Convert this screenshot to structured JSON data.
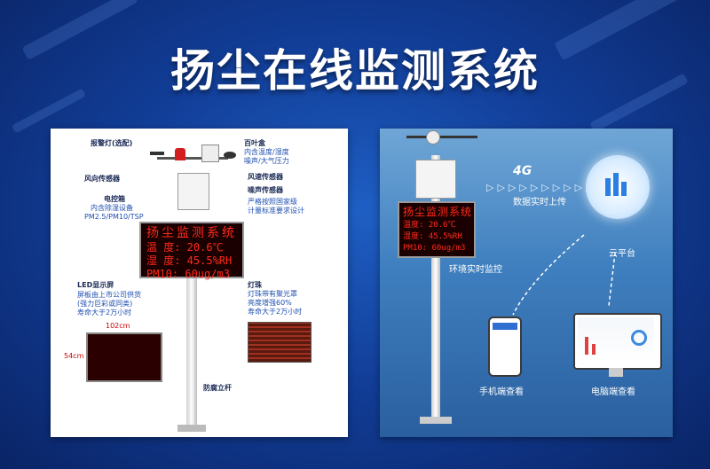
{
  "title": "扬尘在线监测系统",
  "left_panel": {
    "labels": {
      "alarm_light": "报警灯(选配)",
      "louver_box": "百叶盒",
      "louver_desc_1": "内含温度/湿度",
      "louver_desc_2": "噪声/大气压力",
      "wind_dir": "风向传感器",
      "wind_speed": "风速传感器",
      "control_box": "电控箱",
      "control_desc_1": "内含除湿设备",
      "control_desc_2": "PM2.5/PM10/TSP",
      "noise": "噪声传感器",
      "noise_desc_1": "严格按照国家级",
      "noise_desc_2": "计量标准要求设计",
      "led_screen": "LED显示屏",
      "led_desc_1": "屏板由上市公司供货",
      "led_desc_2": "(强力巨彩或同类)",
      "led_desc_3": "寿命大于2万小时",
      "lamp": "灯珠",
      "lamp_desc_1": "灯珠带有聚光罩",
      "lamp_desc_2": "亮度增强60%",
      "lamp_desc_3": "寿命大于2万小时",
      "pole": "防腐立杆",
      "width": "102cm",
      "height": "54cm"
    },
    "led": {
      "title": "扬尘监测系统",
      "row1": "温 度: 20.6℃",
      "row2": "湿 度: 45.5%RH",
      "row3": "PM10: 60ug/m3"
    }
  },
  "right_panel": {
    "net": "4G",
    "upload": "数据实时上传",
    "cloud": "云平台",
    "env_monitor": "环境实时监控",
    "mobile": "手机端查看",
    "pc": "电脑端查看",
    "led": {
      "title": "扬尘监测系统",
      "row1": "温度: 20.6℃",
      "row2": "湿度: 45.5%RH",
      "row3": "PM10: 60ug/m3"
    }
  },
  "colors": {
    "accent": "#1f4fb0",
    "led_text": "#ff2a1a",
    "bg": "#123f9a"
  }
}
